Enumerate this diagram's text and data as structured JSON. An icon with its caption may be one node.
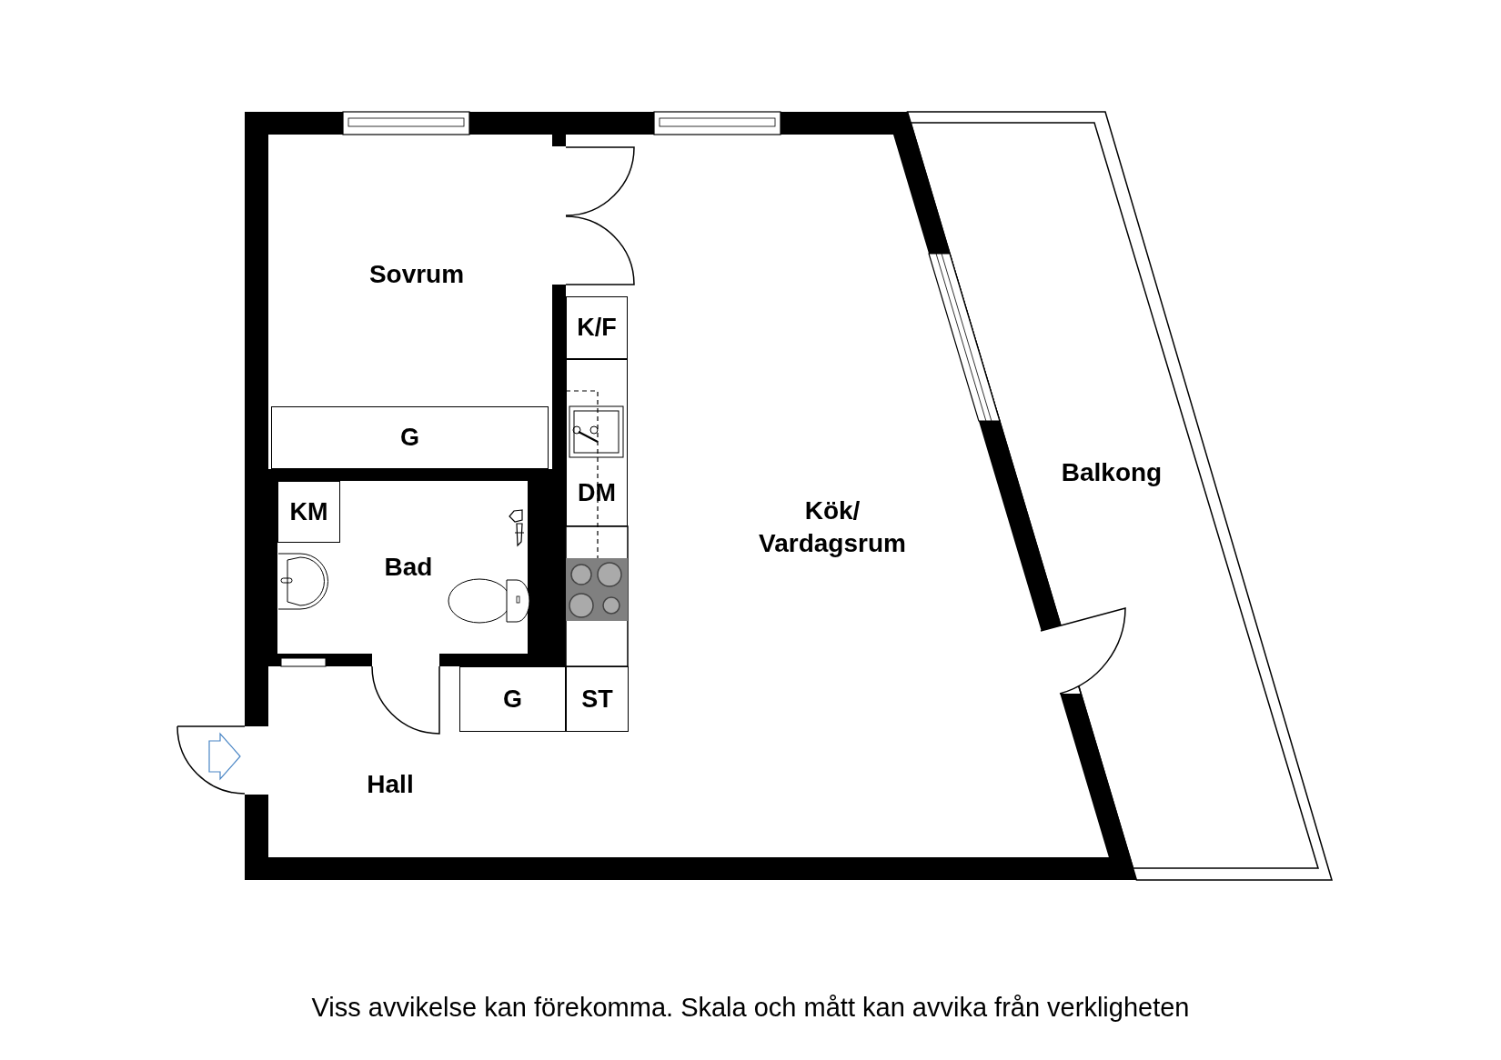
{
  "diagram": {
    "caption": "Viss avvikelse kan förekomma. Skala och mått kan avvika från verkligheten",
    "nodes": [
      {
        "text": [
          "K/F"
        ]
      },
      {
        "text": [
          "G"
        ]
      },
      {
        "text": [
          "DM"
        ]
      },
      {
        "text": [
          "KM"
        ]
      },
      {
        "text": [
          "G"
        ]
      },
      {
        "text": [
          "ST"
        ]
      }
    ],
    "labels": [
      "Sovrum",
      "Balkong",
      "Kök/ Vardagsrum",
      "Bad",
      "Hall"
    ]
  }
}
